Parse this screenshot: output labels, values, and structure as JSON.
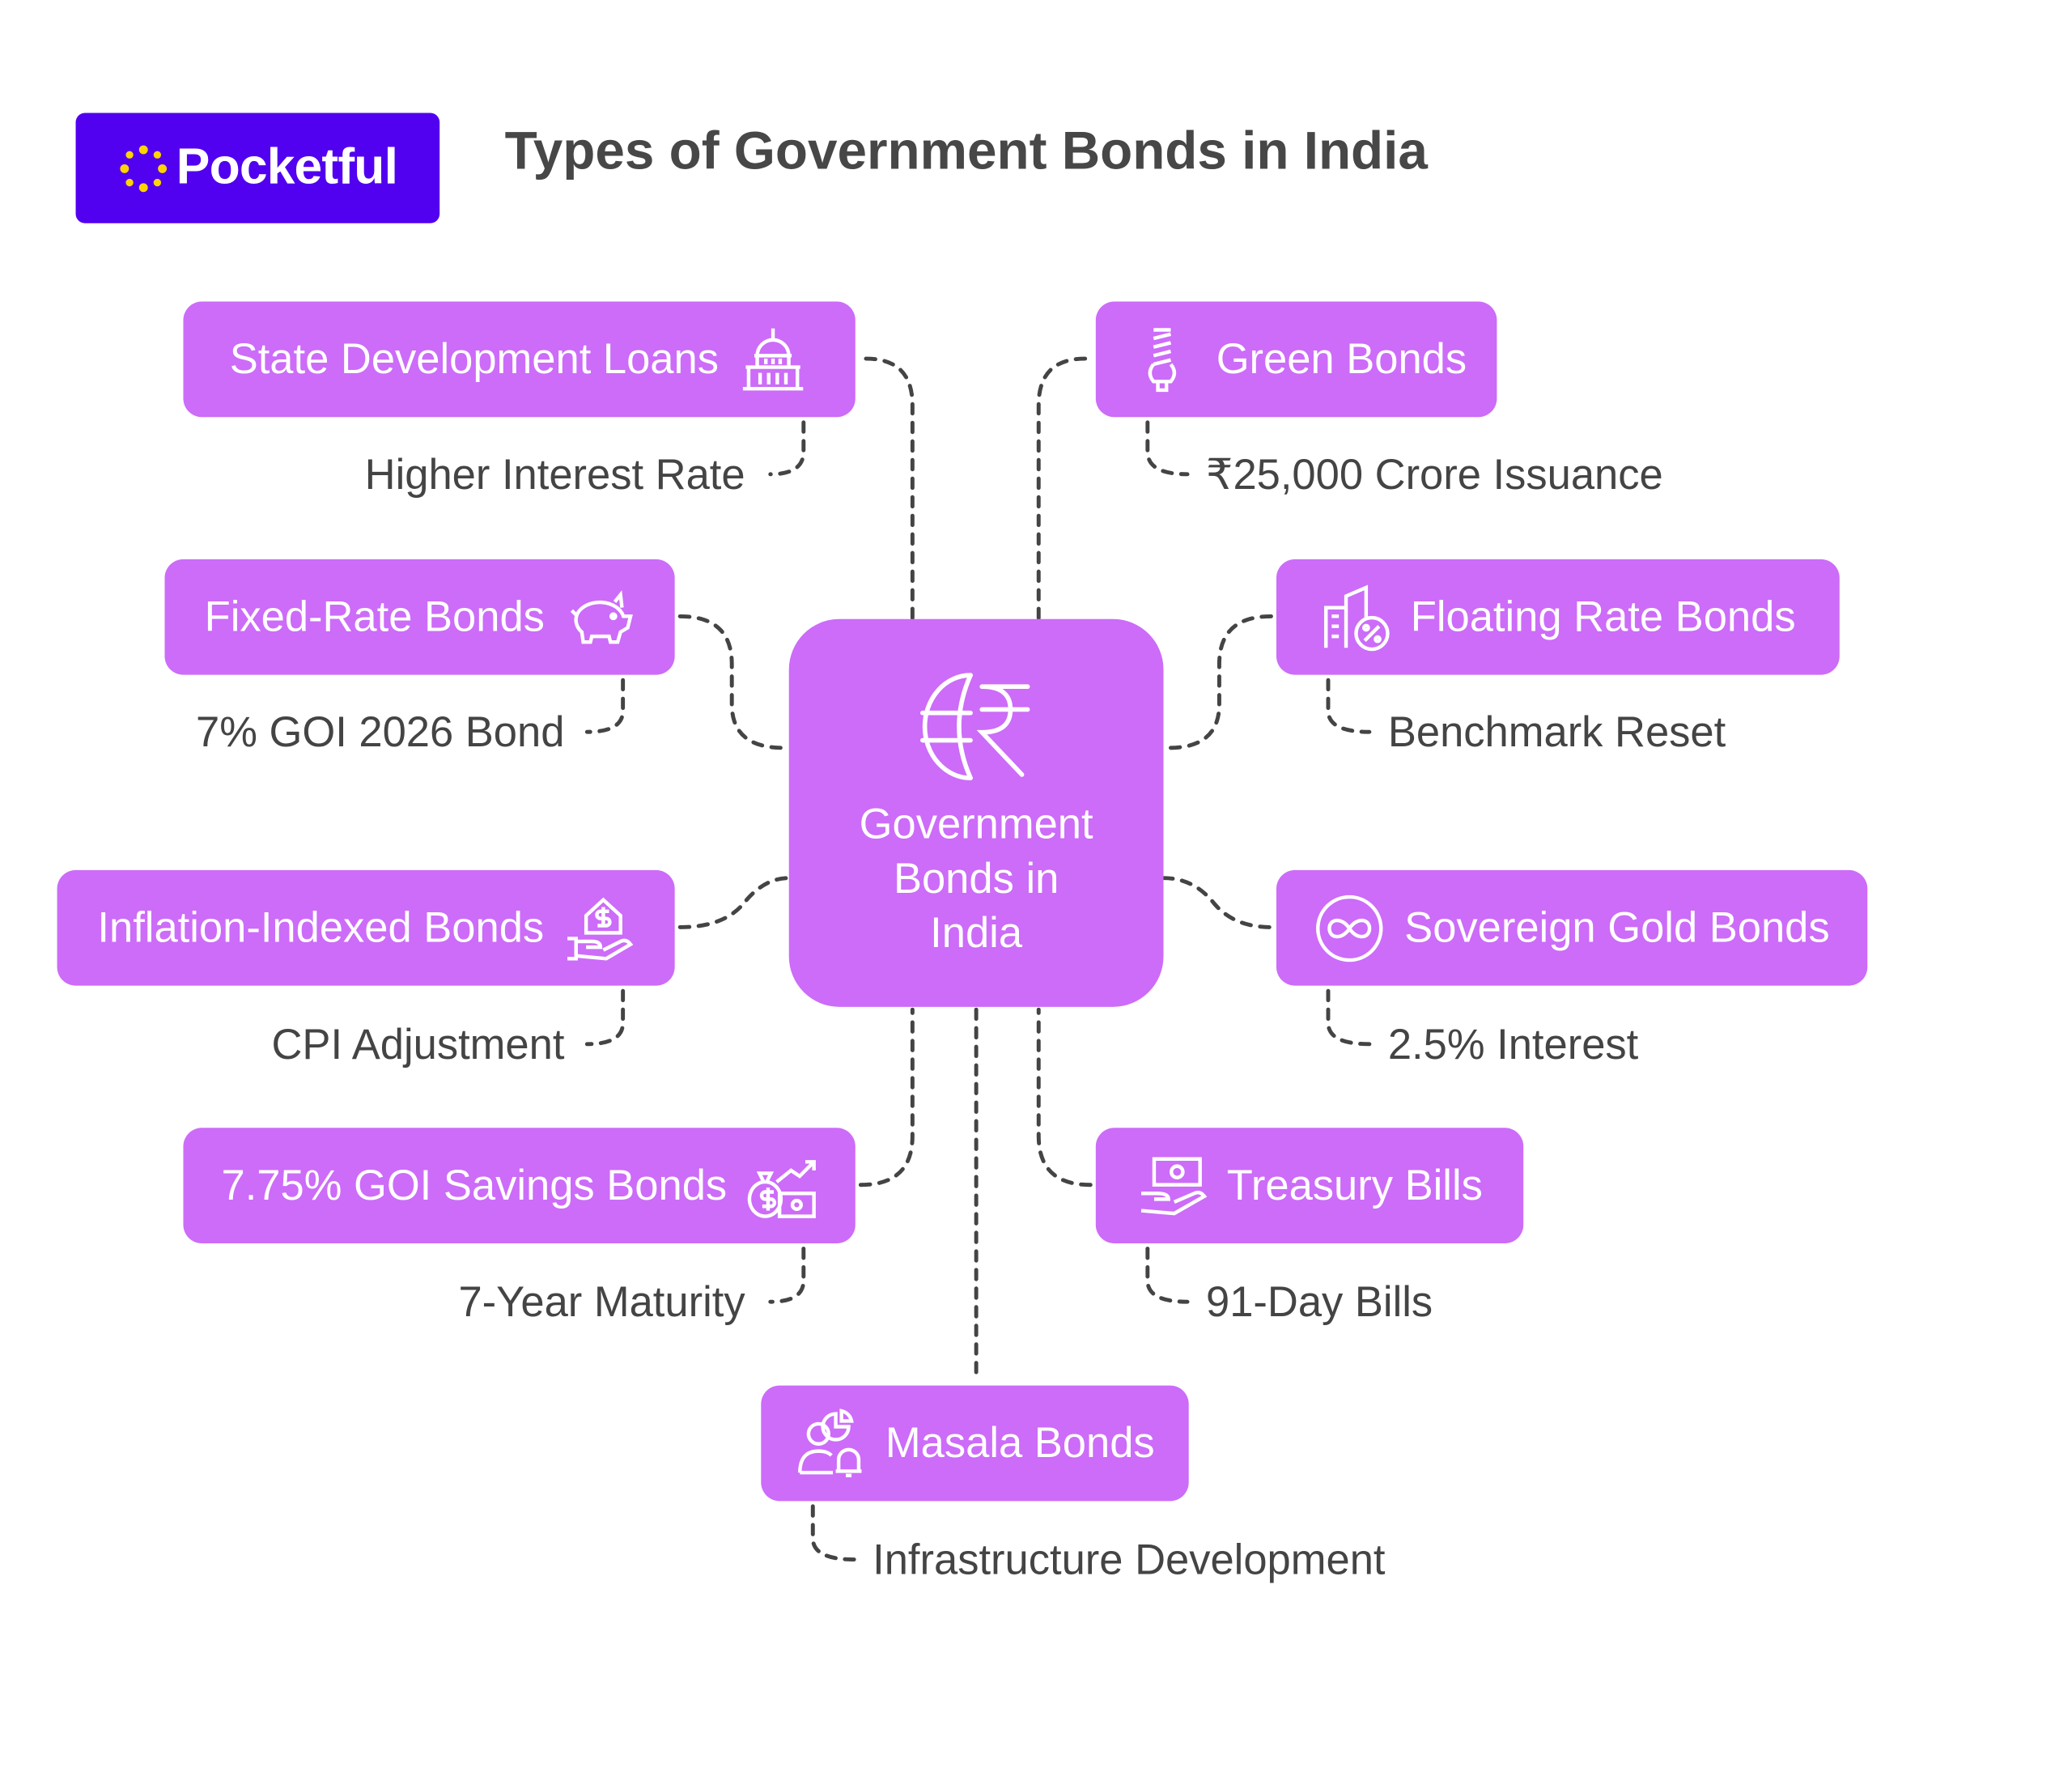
{
  "logo": {
    "text": "Pocketful",
    "icon": "pocketful-burst-logo",
    "bg": "#5200f0",
    "accent": "#ffd400"
  },
  "title": "Types of Government Bonds in India",
  "center": {
    "lines": [
      "Government",
      "Bonds in",
      "India"
    ],
    "icon": "globe-rupee-icon"
  },
  "nodes": [
    {
      "label": "State Development Loans",
      "sub": "Higher Interest Rate",
      "icon": "capitol-building-icon"
    },
    {
      "label": "Green Bonds",
      "sub": "₹25,000 Crore Issuance",
      "icon": "lightbulb-icon"
    },
    {
      "label": "Fixed-Rate Bonds",
      "sub": "7% GOI 2026 Bond",
      "icon": "piggy-bank-icon"
    },
    {
      "label": "Floating Rate Bonds",
      "sub": "Benchmark Reset",
      "icon": "building-percent-icon"
    },
    {
      "label": "Inflation-Indexed Bonds",
      "sub": "CPI Adjustment",
      "icon": "hand-house-dollar-icon"
    },
    {
      "label": "Sovereign Gold Bonds",
      "sub": "2.5% Interest",
      "icon": "infinity-circle-icon"
    },
    {
      "label": "7.75% GOI Savings Bonds",
      "sub": "7-Year Maturity",
      "icon": "money-bag-growth-icon"
    },
    {
      "label": "Treasury Bills",
      "sub": "91-Day Bills",
      "icon": "hand-banknote-icon"
    },
    {
      "label": "Masala Bonds",
      "sub": "Infrastructure Development",
      "icon": "person-chart-bell-icon"
    }
  ],
  "colors": {
    "node": "#cc6cf8",
    "text": "#444444",
    "connector": "#444444"
  }
}
